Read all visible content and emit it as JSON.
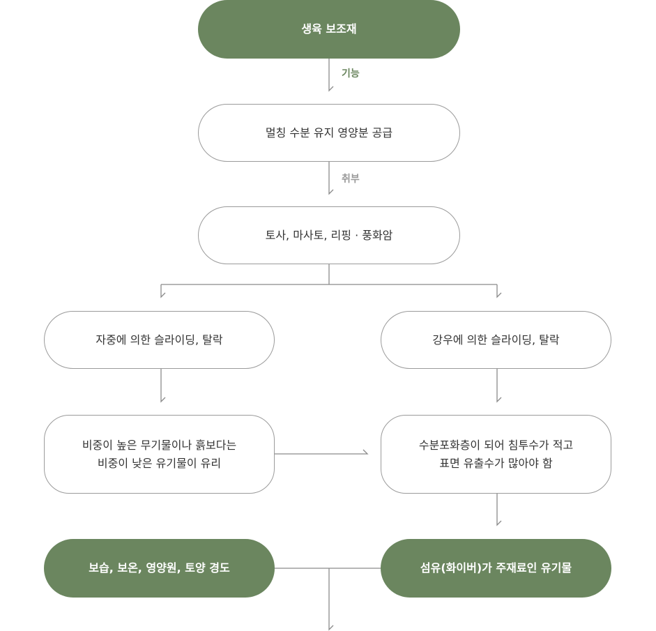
{
  "colors": {
    "primary": "#6b865f",
    "border": "#9a9a9a",
    "line": "#8a8a8a",
    "text": "#333333",
    "label_muted": "#9a9a9a"
  },
  "nodes": {
    "top": {
      "label": "생육 보조재"
    },
    "mulching": {
      "label": "멀칭 수분 유지 영양분 공급"
    },
    "soil": {
      "label": "토사, 마사토, 리핑 · 풍화암"
    },
    "left_slide": {
      "label": "자중에 의한 슬라이딩, 탈락"
    },
    "right_slide": {
      "label": "강우에 의한 슬라이딩, 탈락"
    },
    "left_material": {
      "line1": "비중이 높은 무기물이나 흙보다는",
      "line2": "비중이 낮은 유기물이 유리"
    },
    "right_material": {
      "line1": "수분포화층이 되어 침투수가 적고",
      "line2": "표면 유출수가 많아야 함"
    },
    "left_result": {
      "label": "보습, 보온, 영양원, 토양 경도"
    },
    "right_result": {
      "label": "섬유(화이버)가 주재료인 유기물"
    }
  },
  "edge_labels": {
    "function": "기능",
    "vulnerable": "취부"
  }
}
